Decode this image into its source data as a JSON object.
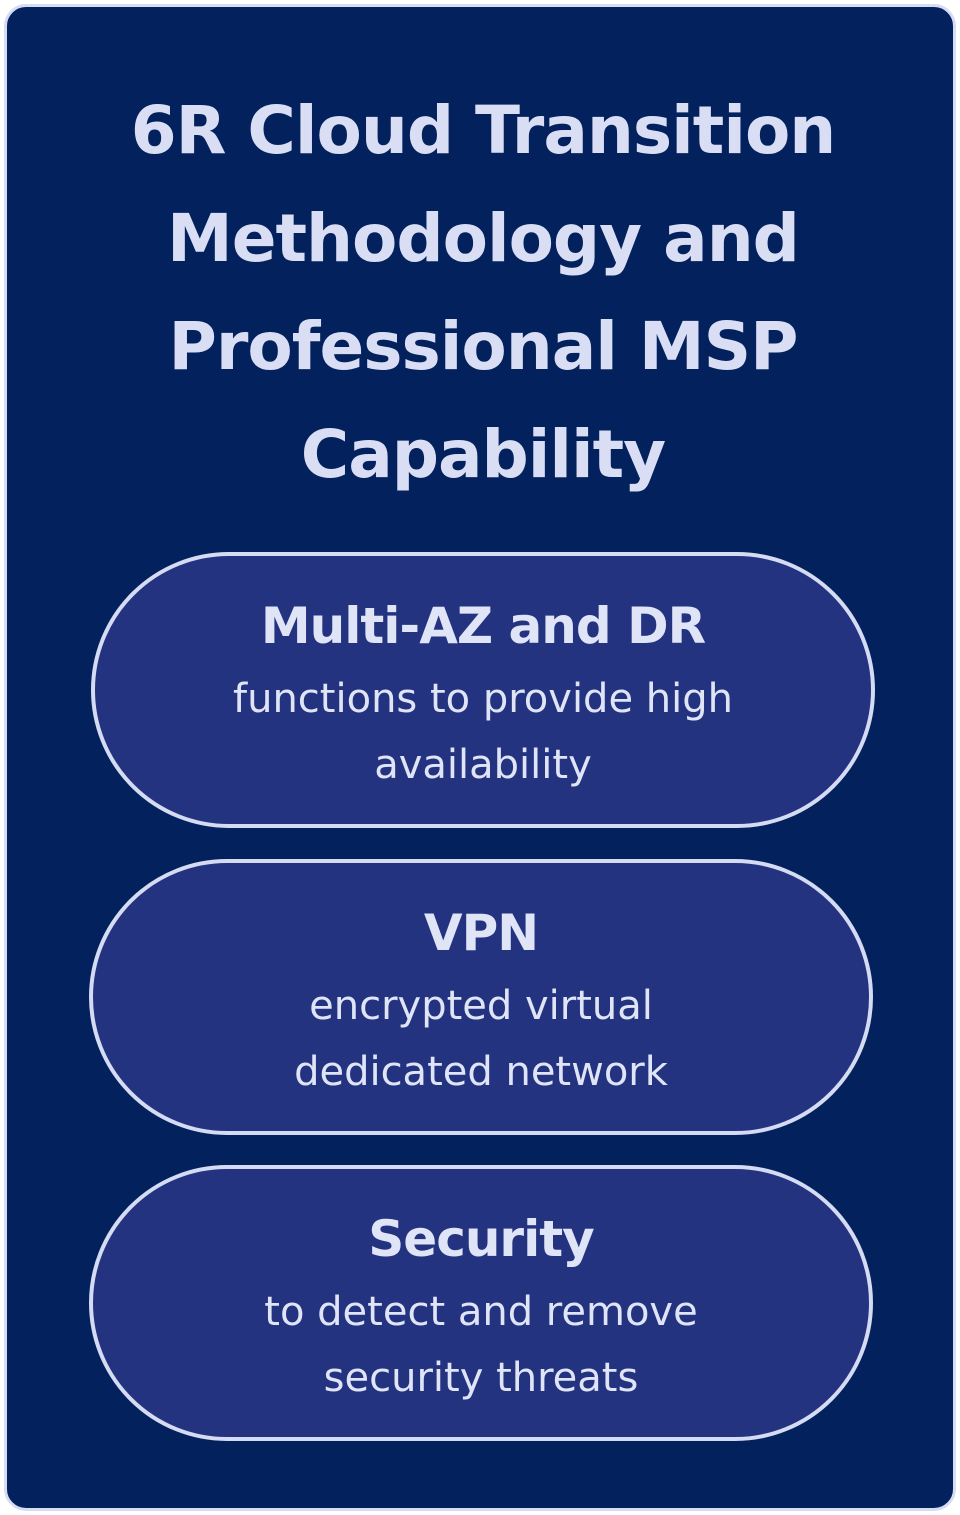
{
  "title": {
    "line1": "6R Cloud Transition",
    "line2": "Methodology and",
    "line3": "Professional MSP",
    "line4": "Capability"
  },
  "items": [
    {
      "title": "Multi-AZ and DR",
      "desc_line1": "functions to provide high",
      "desc_line2": "availability"
    },
    {
      "title": "VPN",
      "desc_line1": "encrypted virtual",
      "desc_line2": "dedicated network"
    },
    {
      "title": "Security",
      "desc_line1": "to detect and remove",
      "desc_line2": "security threats"
    }
  ]
}
